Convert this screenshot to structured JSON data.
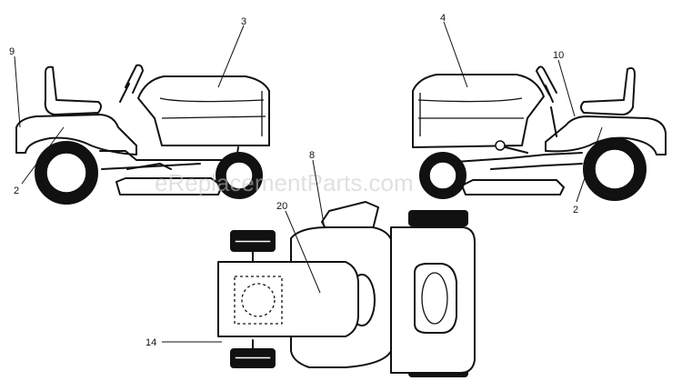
{
  "watermark": "eReplacementParts.com",
  "callouts": {
    "c9": "9",
    "c3": "3",
    "c2_left": "2",
    "c4": "4",
    "c10": "10",
    "c2_right": "2",
    "c8": "8",
    "c20": "20",
    "c14": "14"
  }
}
